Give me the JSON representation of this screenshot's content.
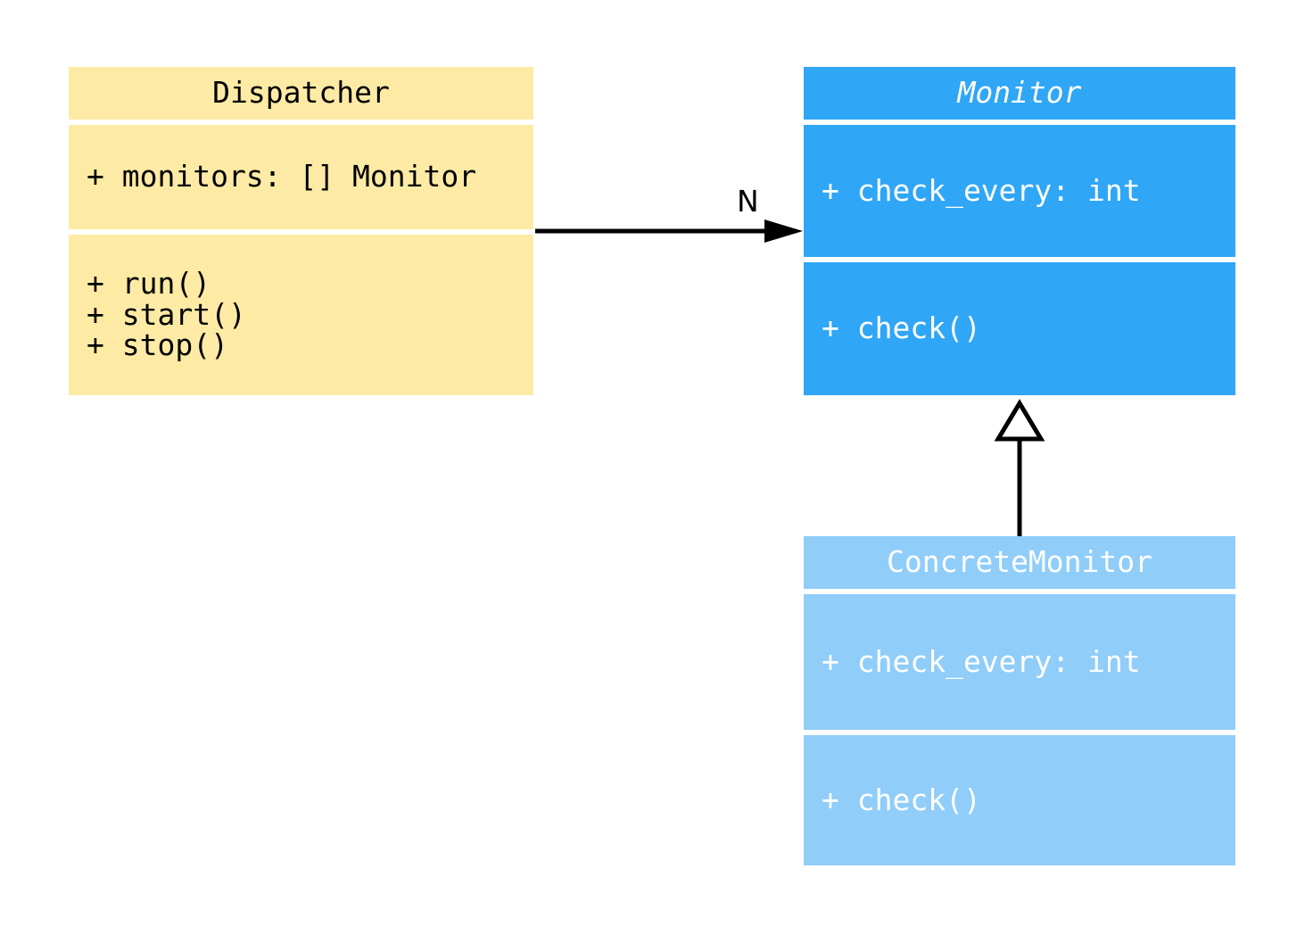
{
  "diagram": {
    "type": "uml-class-diagram",
    "classes": [
      {
        "name": "Dispatcher",
        "abstract": false,
        "attributes": [
          "+ monitors: [] Monitor"
        ],
        "methods": [
          "+ run()",
          "+ start()",
          "+ stop()"
        ],
        "fill": "#FDEBA5",
        "text_color": "#000000"
      },
      {
        "name": "Monitor",
        "abstract": true,
        "attributes": [
          "+ check_every: int"
        ],
        "methods": [
          "+ check()"
        ],
        "fill": "#2FA6F6",
        "text_color": "#FFFFFF"
      },
      {
        "name": "ConcreteMonitor",
        "abstract": false,
        "attributes": [
          "+ check_every: int"
        ],
        "methods": [
          "+ check()"
        ],
        "fill": "#90CDF9",
        "text_color": "#FFFFFF"
      }
    ],
    "relations": [
      {
        "type": "association",
        "from": "Dispatcher",
        "to": "Monitor",
        "label": "N",
        "arrowhead": "filled"
      },
      {
        "type": "generalization",
        "from": "ConcreteMonitor",
        "to": "Monitor",
        "label": "",
        "arrowhead": "hollow-triangle"
      }
    ]
  }
}
